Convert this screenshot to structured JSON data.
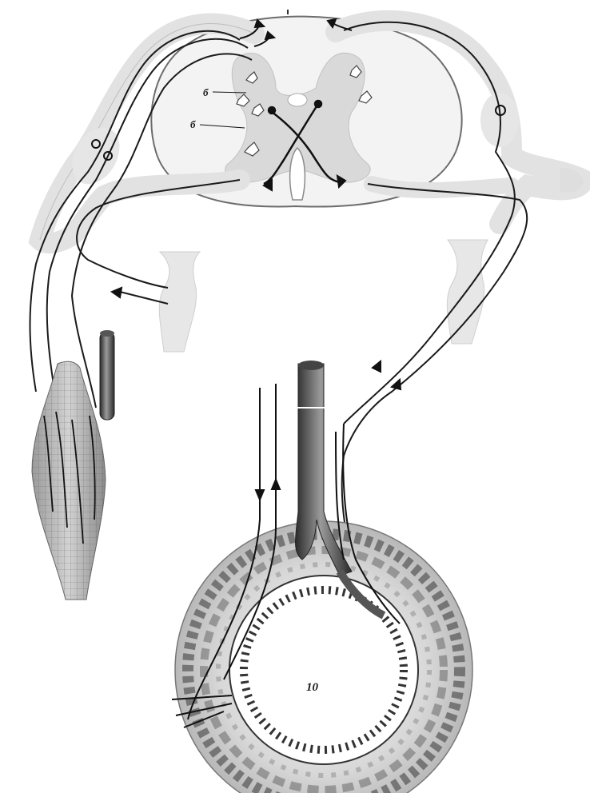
{
  "colors": {
    "background": "#ffffff",
    "tissue": "#e6e6e6",
    "tissue_edge": "#b5b5b5",
    "nerve": "#1a1a1a",
    "nerve_grey": "#8f8f8f",
    "vessel": "#3a3a3a",
    "muscle": "#9b9b9b",
    "organ_wall": "#5a5a5a"
  },
  "icons": {
    "synapse": "y-shaped-terminal",
    "neuron": "star-shaped-cell-body",
    "arrow": "flow-direction-arrow"
  },
  "labels": {
    "label_b1": "б",
    "label_b2": "б",
    "label_organ": "10"
  }
}
